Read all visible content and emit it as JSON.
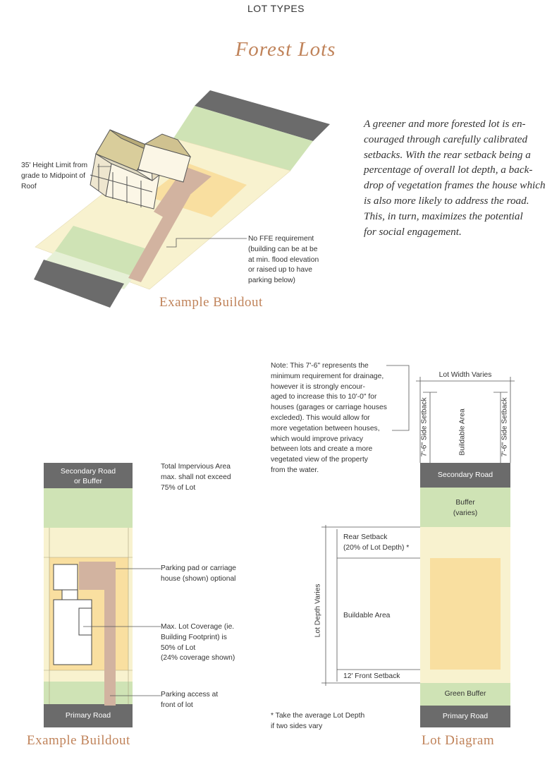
{
  "header": {
    "section": "LOT TYPES",
    "title": "Forest Lots"
  },
  "intro": {
    "lines": [
      "A greener and more forested lot is en-",
      "couraged through carefully calibrated",
      "setbacks. With the rear setback being a",
      "percentage of overall lot depth, a back-",
      "drop of vegetation frames the house which",
      "is also more likely to address the road.",
      "This, in turn, maximizes the potential",
      "for social engagement."
    ]
  },
  "iso": {
    "height_note": [
      "35' Height Limit from",
      "grade to Midpoint of",
      "Roof"
    ],
    "ffe_note": [
      "No FFE requirement",
      "(building can be at be",
      "at min. flood elevation",
      "or raised up to have",
      "parking below)"
    ],
    "caption": "Example Buildout"
  },
  "plan": {
    "secondary_road": [
      "Secondary Road",
      "or Buffer"
    ],
    "primary_road": "Primary Road",
    "impervious_note": [
      "Total Impervious Area",
      "max. shall not exceed",
      "75% of Lot"
    ],
    "parking_pad_note": [
      "Parking pad or carriage",
      "house (shown) optional"
    ],
    "coverage_note": [
      "Max. Lot Coverage (ie.",
      "Building Footprint) is",
      "50% of Lot",
      "(24% coverage shown)"
    ],
    "access_note": [
      "Parking access at",
      "front of lot"
    ],
    "caption": "Example Buildout"
  },
  "diagram": {
    "drainage_note": [
      "Note: This 7'-6\" represents the",
      "minimum requirement for drainage,",
      "however it is strongly encour-",
      "aged to increase this to 10'-0\" for",
      "houses (garages or carriage houses",
      "excleded). This would allow for",
      "more vegetation between houses,",
      "which would improve privacy",
      "between lots and create a more",
      "vegetated view of the property",
      "from the water."
    ],
    "lot_width": "Lot Width Varies",
    "side_setback": "7'-6\" Side Setback",
    "buildable_area_vertical": "Buildable Area",
    "secondary_road": "Secondary Road",
    "buffer": [
      "Buffer",
      "(varies)"
    ],
    "rear_setback": [
      "Rear Setback",
      "(20% of Lot Depth) *"
    ],
    "buildable_area": "Buildable Area",
    "front_setback": "12' Front Setback",
    "lot_depth": "Lot Depth Varies",
    "green_buffer": "Green Buffer",
    "primary_road": "Primary Road",
    "footnote": [
      "* Take the average Lot Depth",
      "if two sides vary"
    ],
    "caption": "Lot Diagram"
  },
  "colors": {
    "road": "#6b6b6b",
    "green": "#cfe3b5",
    "buffer": "#f8f2cf",
    "buildable": "#f9dfa0",
    "paving": "#d2b3a0",
    "caption": "#c0835a"
  }
}
